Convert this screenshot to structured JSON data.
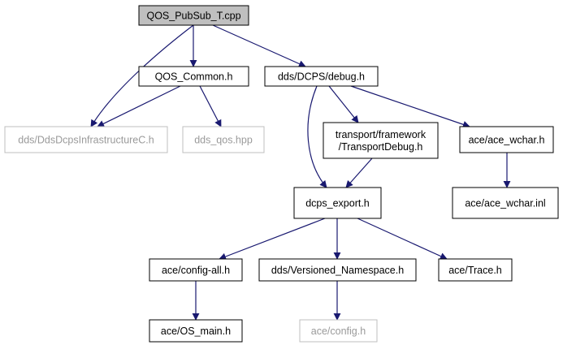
{
  "diagram": {
    "type": "include-dependency-graph",
    "colors": {
      "edge": "#191970",
      "root_fill": "#bfbfbf",
      "node_fill": "#ffffff",
      "node_border": "#000000",
      "missing_border": "#bfbfbf",
      "missing_text": "#9a9a9a"
    },
    "nodes": [
      {
        "id": "root",
        "label": "QOS_PubSub_T.cpp",
        "style": "root"
      },
      {
        "id": "qos-common",
        "label": "QOS_Common.h",
        "style": "normal"
      },
      {
        "id": "debug",
        "label": "dds/DCPS/debug.h",
        "style": "normal"
      },
      {
        "id": "ddsdcps-infra",
        "label": "dds/DdsDcpsInfrastructureC.h",
        "style": "missing"
      },
      {
        "id": "dds-qos",
        "label": "dds_qos.hpp",
        "style": "missing"
      },
      {
        "id": "transport-debug",
        "label": [
          "transport/framework",
          "/TransportDebug.h"
        ],
        "style": "normal"
      },
      {
        "id": "ace-wchar",
        "label": "ace/ace_wchar.h",
        "style": "normal"
      },
      {
        "id": "dcps-export",
        "label": "dcps_export.h",
        "style": "normal"
      },
      {
        "id": "ace-wchar-inl",
        "label": "ace/ace_wchar.inl",
        "style": "normal"
      },
      {
        "id": "config-all",
        "label": "ace/config-all.h",
        "style": "normal"
      },
      {
        "id": "versioned-ns",
        "label": "dds/Versioned_Namespace.h",
        "style": "normal"
      },
      {
        "id": "trace",
        "label": "ace/Trace.h",
        "style": "normal"
      },
      {
        "id": "os-main",
        "label": "ace/OS_main.h",
        "style": "normal"
      },
      {
        "id": "config",
        "label": "ace/config.h",
        "style": "missing"
      }
    ],
    "edges": [
      {
        "from": "root",
        "to": "ddsdcps-infra"
      },
      {
        "from": "root",
        "to": "qos-common"
      },
      {
        "from": "root",
        "to": "debug"
      },
      {
        "from": "qos-common",
        "to": "ddsdcps-infra"
      },
      {
        "from": "qos-common",
        "to": "dds-qos"
      },
      {
        "from": "debug",
        "to": "dcps-export"
      },
      {
        "from": "debug",
        "to": "transport-debug"
      },
      {
        "from": "debug",
        "to": "ace-wchar"
      },
      {
        "from": "transport-debug",
        "to": "dcps-export"
      },
      {
        "from": "ace-wchar",
        "to": "ace-wchar-inl"
      },
      {
        "from": "dcps-export",
        "to": "config-all"
      },
      {
        "from": "dcps-export",
        "to": "versioned-ns"
      },
      {
        "from": "dcps-export",
        "to": "trace"
      },
      {
        "from": "config-all",
        "to": "os-main"
      },
      {
        "from": "versioned-ns",
        "to": "config"
      }
    ]
  }
}
